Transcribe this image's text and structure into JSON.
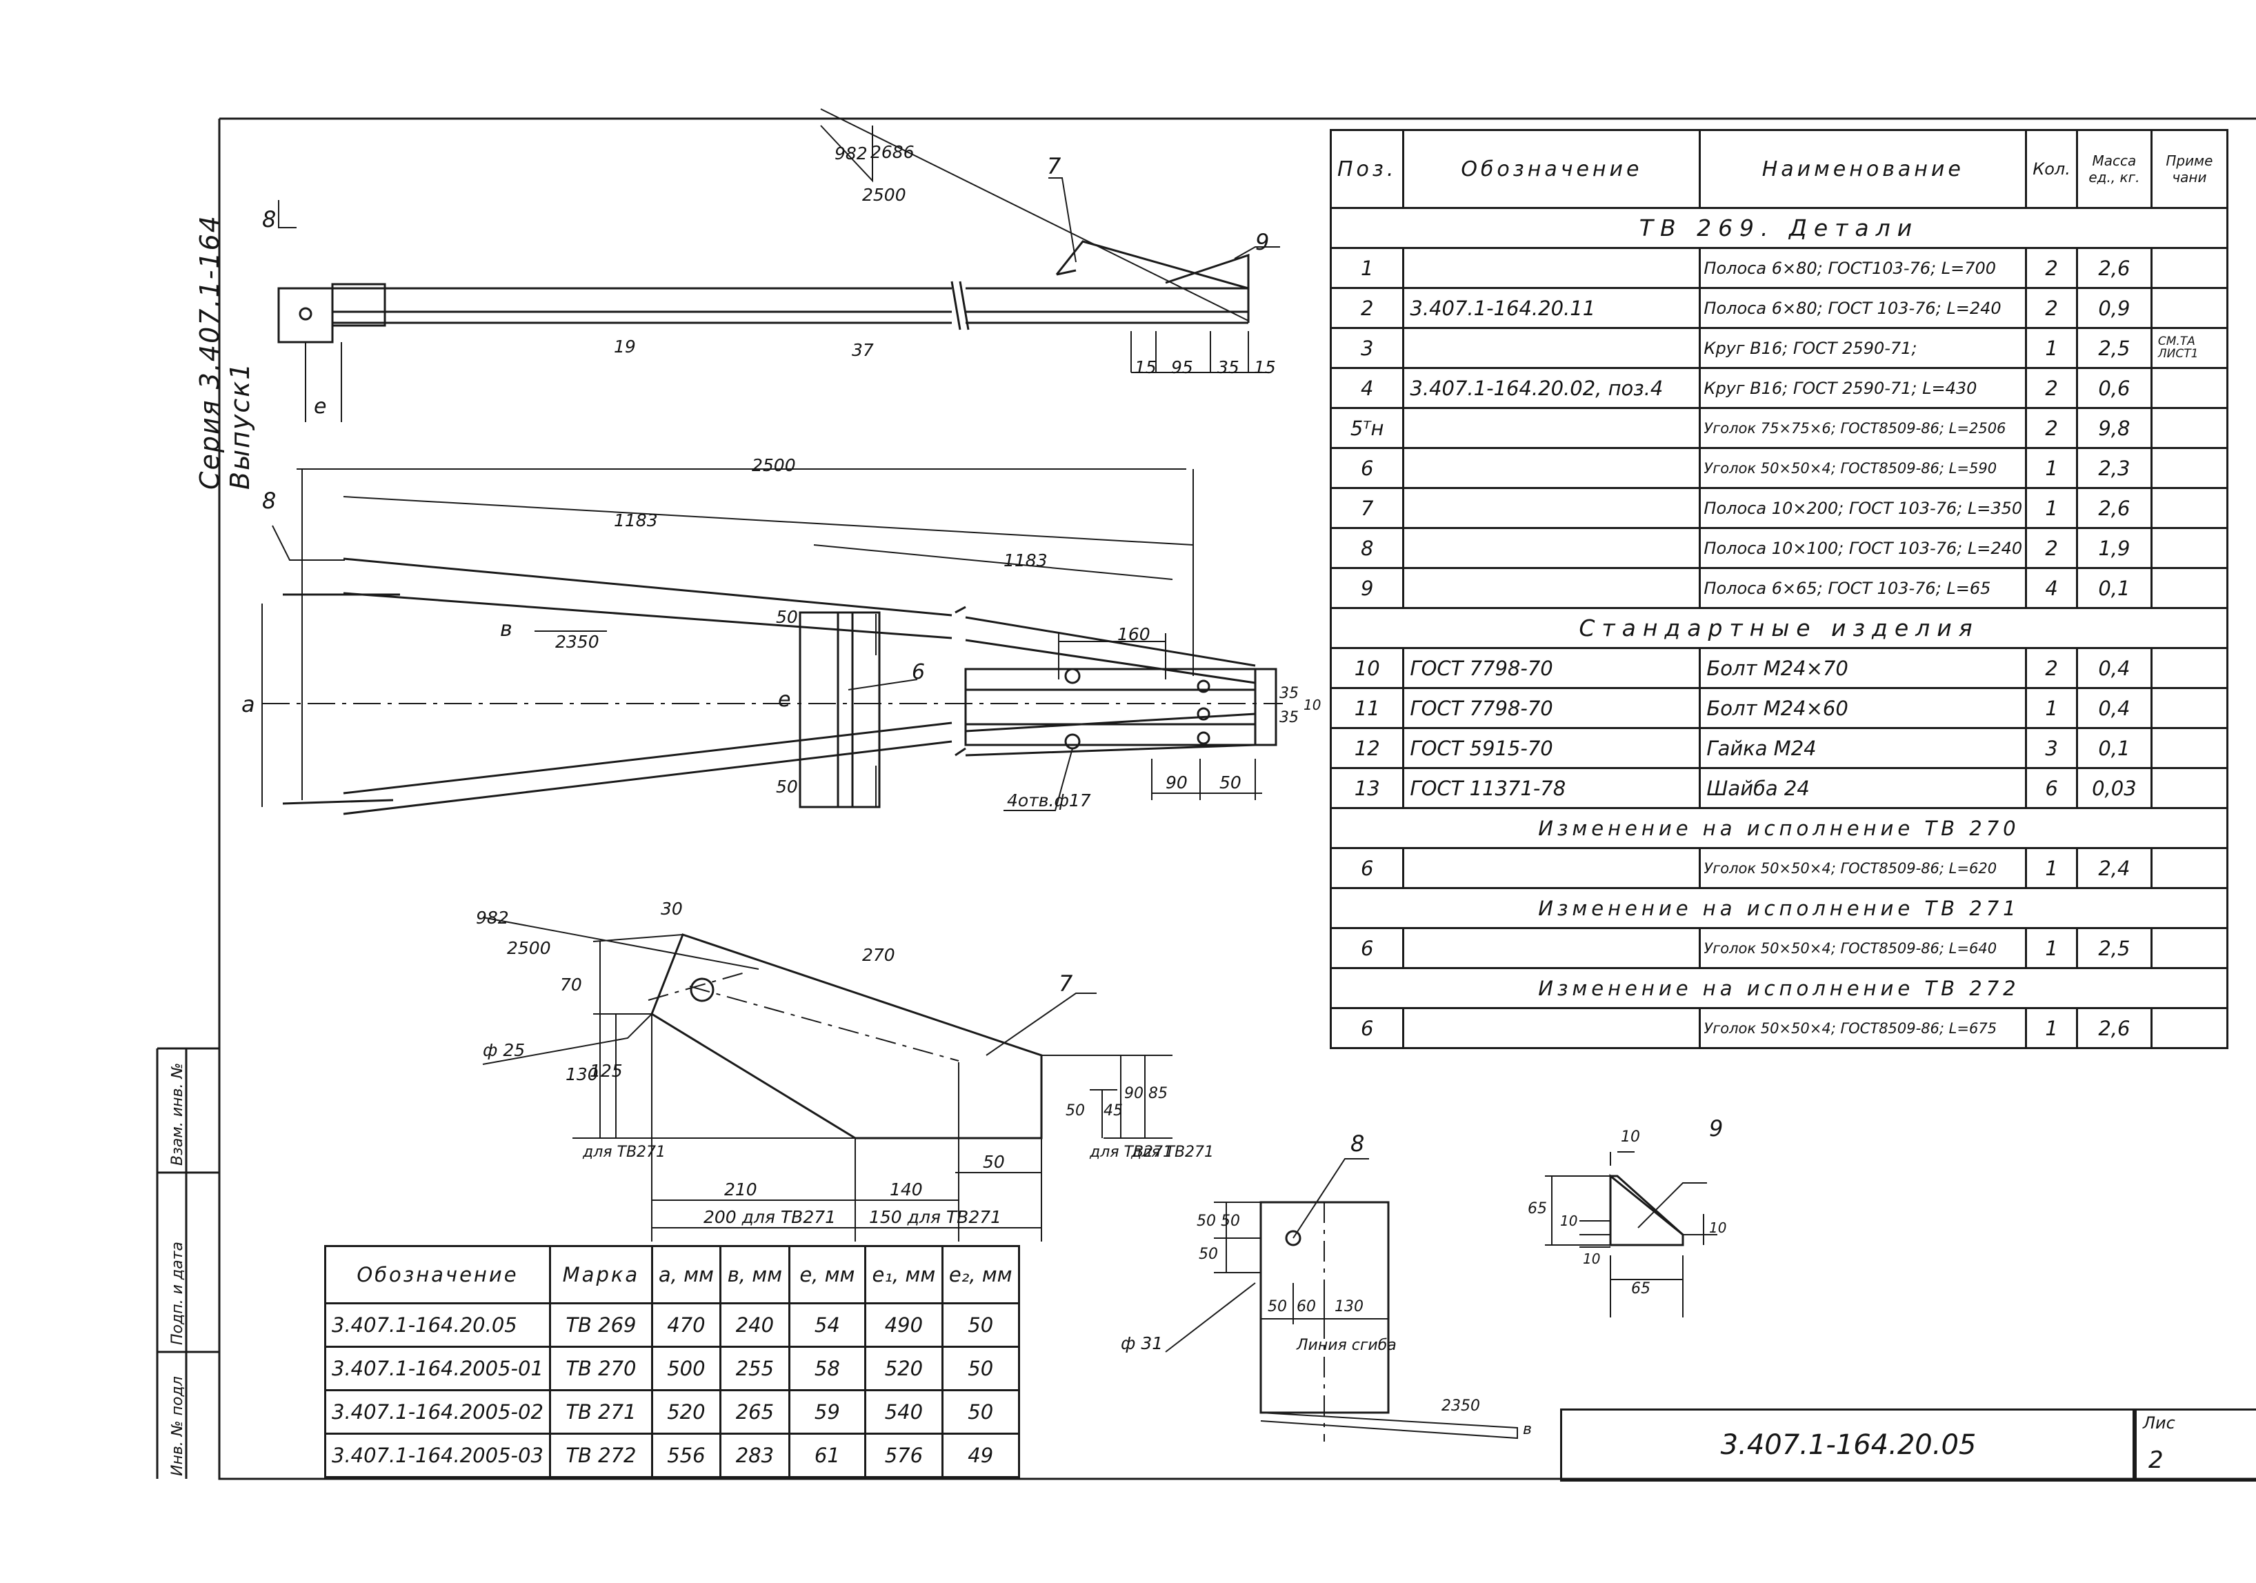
{
  "series_text": "Серия 3.407.1-164 Выпуск1",
  "spec_table": {
    "headers": [
      "Поз.",
      "Обозначение",
      "Наименование",
      "Кол.",
      "Масса ед., кг.",
      "Приме чани"
    ],
    "section_details": "ТВ 269.  Детали",
    "details": [
      {
        "pos": "1",
        "code": "",
        "name": "Полоса 6×80; ГОСТ103-76; L=700",
        "qty": "2",
        "mass": "2,6",
        "note": ""
      },
      {
        "pos": "2",
        "code": "3.407.1-164.20.11",
        "name": "Полоса 6×80; ГОСТ 103-76; L=240",
        "qty": "2",
        "mass": "0,9",
        "note": ""
      },
      {
        "pos": "3",
        "code": "",
        "name": "Круг В16; ГОСТ 2590-71;",
        "qty": "1",
        "mass": "2,5",
        "note": "СМ.ТА ЛИСТ1"
      },
      {
        "pos": "4",
        "code": "3.407.1-164.20.02, поз.4",
        "name": "Круг В16; ГОСТ 2590-71; L=430",
        "qty": "2",
        "mass": "0,6",
        "note": ""
      },
      {
        "pos": "5ᵀн",
        "code": "",
        "name": "Уголок 75×75×6; ГОСТ8509-86; L=2506",
        "qty": "2",
        "mass": "9,8",
        "note": ""
      },
      {
        "pos": "6",
        "code": "",
        "name": "Уголок 50×50×4; ГОСТ8509-86; L=590",
        "qty": "1",
        "mass": "2,3",
        "note": ""
      },
      {
        "pos": "7",
        "code": "",
        "name": "Полоса 10×200; ГОСТ 103-76; L=350",
        "qty": "1",
        "mass": "2,6",
        "note": ""
      },
      {
        "pos": "8",
        "code": "",
        "name": "Полоса 10×100; ГОСТ 103-76; L=240",
        "qty": "2",
        "mass": "1,9",
        "note": ""
      },
      {
        "pos": "9",
        "code": "",
        "name": "Полоса 6×65; ГОСТ 103-76; L=65",
        "qty": "4",
        "mass": "0,1",
        "note": ""
      }
    ],
    "section_standard": "Стандартные изделия",
    "standard": [
      {
        "pos": "10",
        "code": "ГОСТ 7798-70",
        "name": "Болт М24×70",
        "qty": "2",
        "mass": "0,4",
        "note": ""
      },
      {
        "pos": "11",
        "code": "ГОСТ 7798-70",
        "name": "Болт М24×60",
        "qty": "1",
        "mass": "0,4",
        "note": ""
      },
      {
        "pos": "12",
        "code": "ГОСТ 5915-70",
        "name": "Гайка М24",
        "qty": "3",
        "mass": "0,1",
        "note": ""
      },
      {
        "pos": "13",
        "code": "ГОСТ 11371-78",
        "name": "Шайба 24",
        "qty": "6",
        "mass": "0,03",
        "note": ""
      }
    ],
    "changes": [
      {
        "title": "Изменение на исполнение ТВ 270",
        "pos": "6",
        "code": "",
        "name": "Уголок 50×50×4; ГОСТ8509-86; L=620",
        "qty": "1",
        "mass": "2,4",
        "note": ""
      },
      {
        "title": "Изменение на исполнение ТВ 271",
        "pos": "6",
        "code": "",
        "name": "Уголок 50×50×4; ГОСТ8509-86; L=640",
        "qty": "1",
        "mass": "2,5",
        "note": ""
      },
      {
        "title": "Изменение на исполнение ТВ 272",
        "pos": "6",
        "code": "",
        "name": "Уголок 50×50×4; ГОСТ8509-86; L=675",
        "qty": "1",
        "mass": "2,6",
        "note": ""
      }
    ]
  },
  "mark_table": {
    "headers": [
      "Обозначение",
      "Марка",
      "a, мм",
      "в, мм",
      "e, мм",
      "e₁, мм",
      "e₂, мм"
    ],
    "rows": [
      [
        "3.407.1-164.20.05",
        "ТВ 269",
        "470",
        "240",
        "54",
        "490",
        "50"
      ],
      [
        "3.407.1-164.2005-01",
        "ТВ 270",
        "500",
        "255",
        "58",
        "520",
        "50"
      ],
      [
        "3.407.1-164.2005-02",
        "ТВ 271",
        "520",
        "265",
        "59",
        "540",
        "50"
      ],
      [
        "3.407.1-164.2005-03",
        "ТВ 272",
        "556",
        "283",
        "61",
        "576",
        "49"
      ]
    ]
  },
  "title_block": {
    "doc_number": "3.407.1-164.20.05",
    "sheet_label": "Лис",
    "sheet_number": "2"
  },
  "margin_labels": [
    "Взам. инв. №",
    "Подп. и дата",
    "Инв. № подл"
  ],
  "drawing_labels": {
    "top": {
      "pos8": "8",
      "pos7": "7",
      "pos9": "9",
      "d982": "982",
      "d2686": "2686",
      "d2500": "2500",
      "d19": "19",
      "d37": "37",
      "d15a": "15",
      "d95": "95",
      "d35": "35",
      "d15b": "15",
      "le": "e"
    },
    "plan": {
      "d2500": "2500",
      "d1183a": "1183",
      "d1183b": "1183",
      "pos8": "8",
      "lv": "в",
      "d2350": "2350",
      "d50a": "50",
      "d50b": "50",
      "la": "a",
      "le": "e",
      "pos6": "6",
      "d160": "160",
      "d35a": "35",
      "d35b": "35",
      "d10": "10",
      "d90": "90",
      "d50c": "50",
      "holes": "4отв.ф17"
    },
    "detail7": {
      "d30": "30",
      "d982": "982",
      "d2500": "2500",
      "d270": "270",
      "pos7": "7",
      "d70": "70",
      "phi25": "ф 25",
      "d130": "130",
      "d125": "125",
      "tv271a": "для ТВ271",
      "d50": "50",
      "d45": "45",
      "d90": "90",
      "d85": "85",
      "tv271b": "для ТВ271",
      "tv271c": "для ТВ271",
      "d50h": "50",
      "d210": "210",
      "d140": "140",
      "d200": "200 для ТВ271",
      "d150": "150  для ТВ271"
    },
    "detail8": {
      "pos8": "8",
      "d5050": "50 50",
      "d50b": "50",
      "d50": "50",
      "d60": "60",
      "d130": "130",
      "phi31": "ф 31",
      "cut_line": "Линия сгиба",
      "d2350": "2350",
      "lv": "в"
    },
    "detail9": {
      "pos9": "9",
      "d10a": "10",
      "d65a": "65",
      "d10b": "10",
      "d10c": "10",
      "d10d": "10",
      "d65b": "65"
    }
  }
}
